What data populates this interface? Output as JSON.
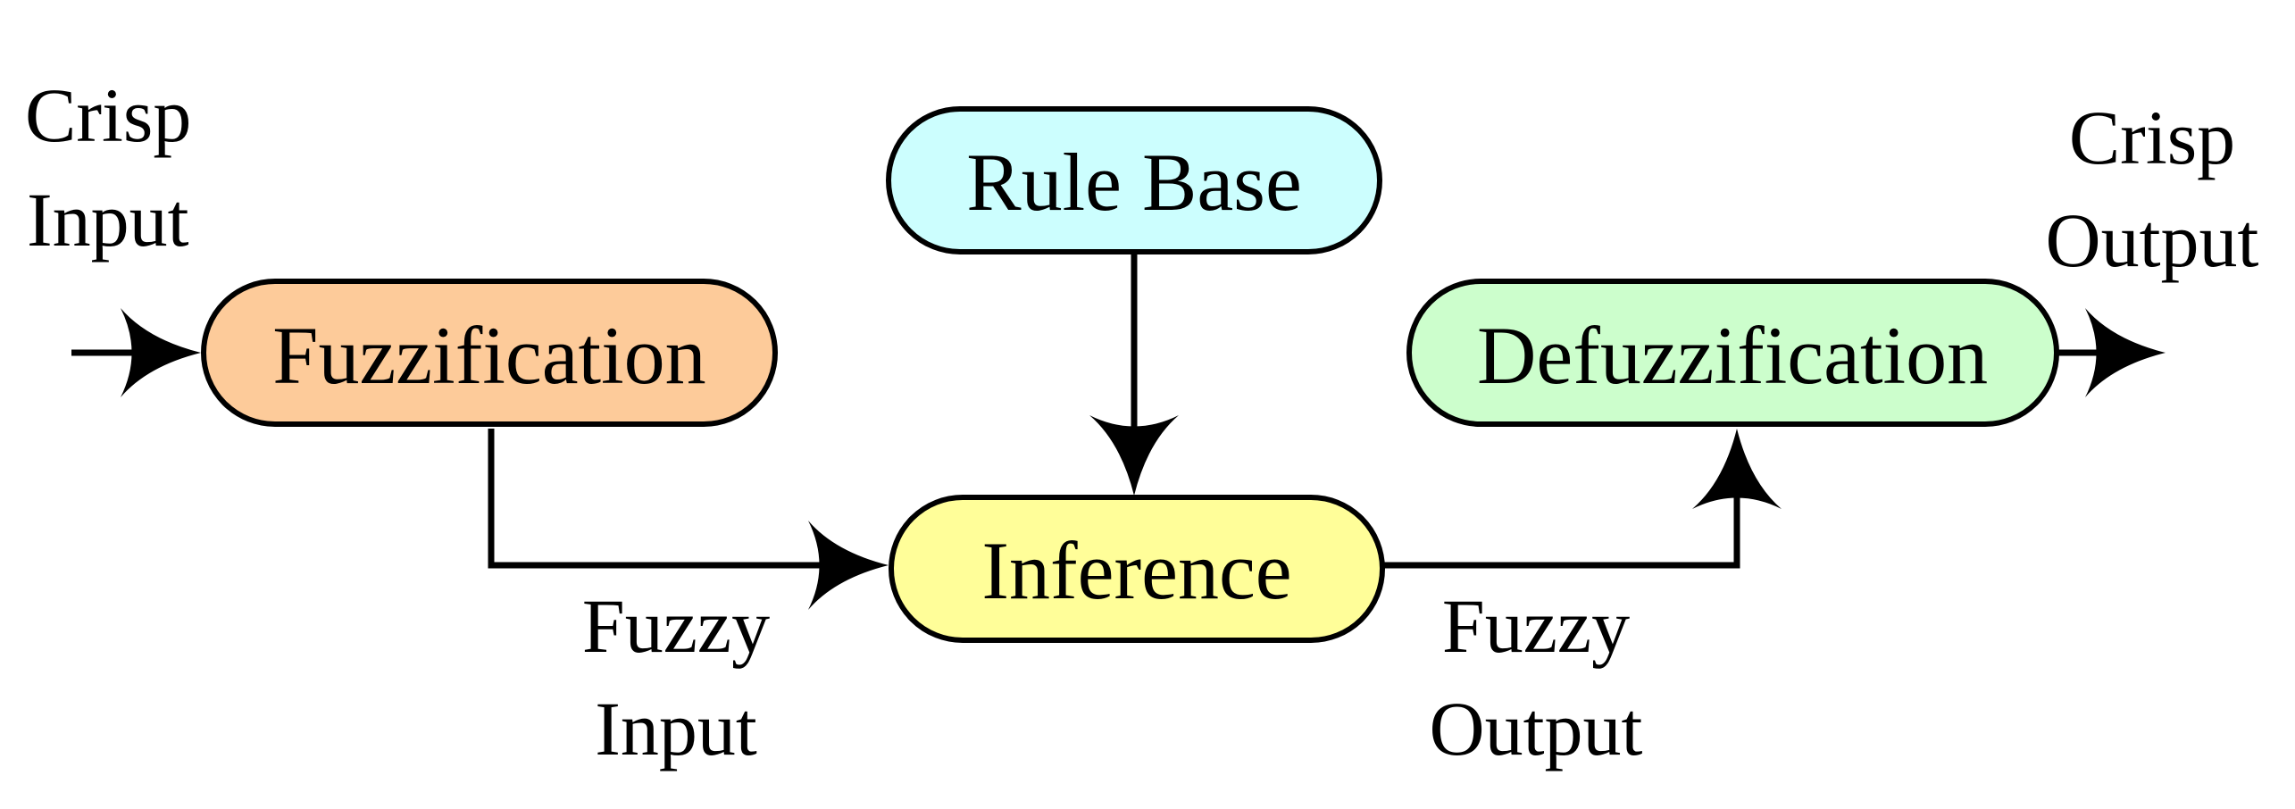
{
  "colors": {
    "fuzzification": "#fdcb9a",
    "rule_base": "#ccfefe",
    "inference": "#fffe99",
    "defuzzification": "#ccfecc",
    "stroke": "#000000"
  },
  "nodes": {
    "fuzzification": "Fuzzification",
    "rule_base": "Rule Base",
    "inference": "Inference",
    "defuzzification": "Defuzzification"
  },
  "labels": {
    "crisp_input": [
      "Crisp",
      "Input"
    ],
    "crisp_output": [
      "Crisp",
      "Output"
    ],
    "fuzzy_input": [
      "Fuzzy",
      "Input"
    ],
    "fuzzy_output": [
      "Fuzzy",
      "Output"
    ]
  }
}
